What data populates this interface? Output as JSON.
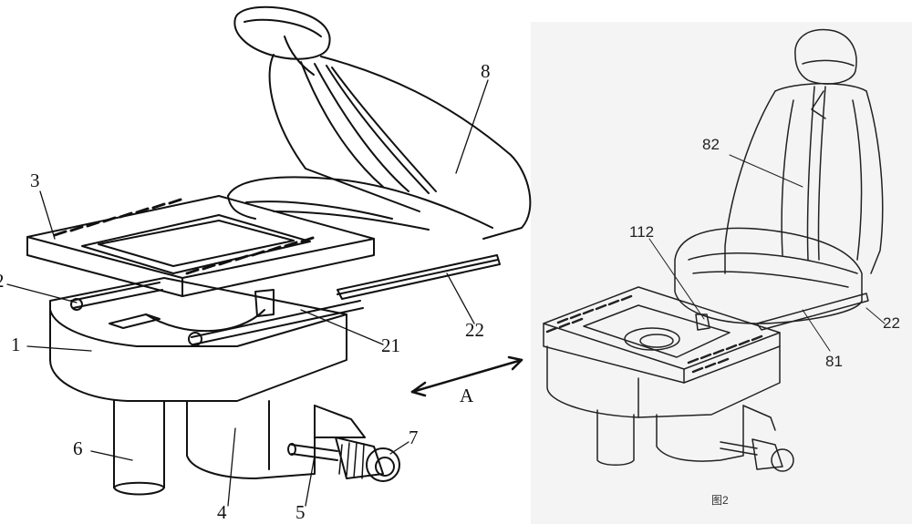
{
  "figure_left": {
    "labels": {
      "l3": "3",
      "l2": "2",
      "l1": "1",
      "l6": "6",
      "l4": "4",
      "l5": "5",
      "l7": "7",
      "l8": "8",
      "l21": "21",
      "l22": "22",
      "lA": "A"
    }
  },
  "figure_right": {
    "labels": {
      "l82": "82",
      "l112": "112",
      "l22": "22",
      "l81": "81"
    },
    "caption": "图2"
  }
}
